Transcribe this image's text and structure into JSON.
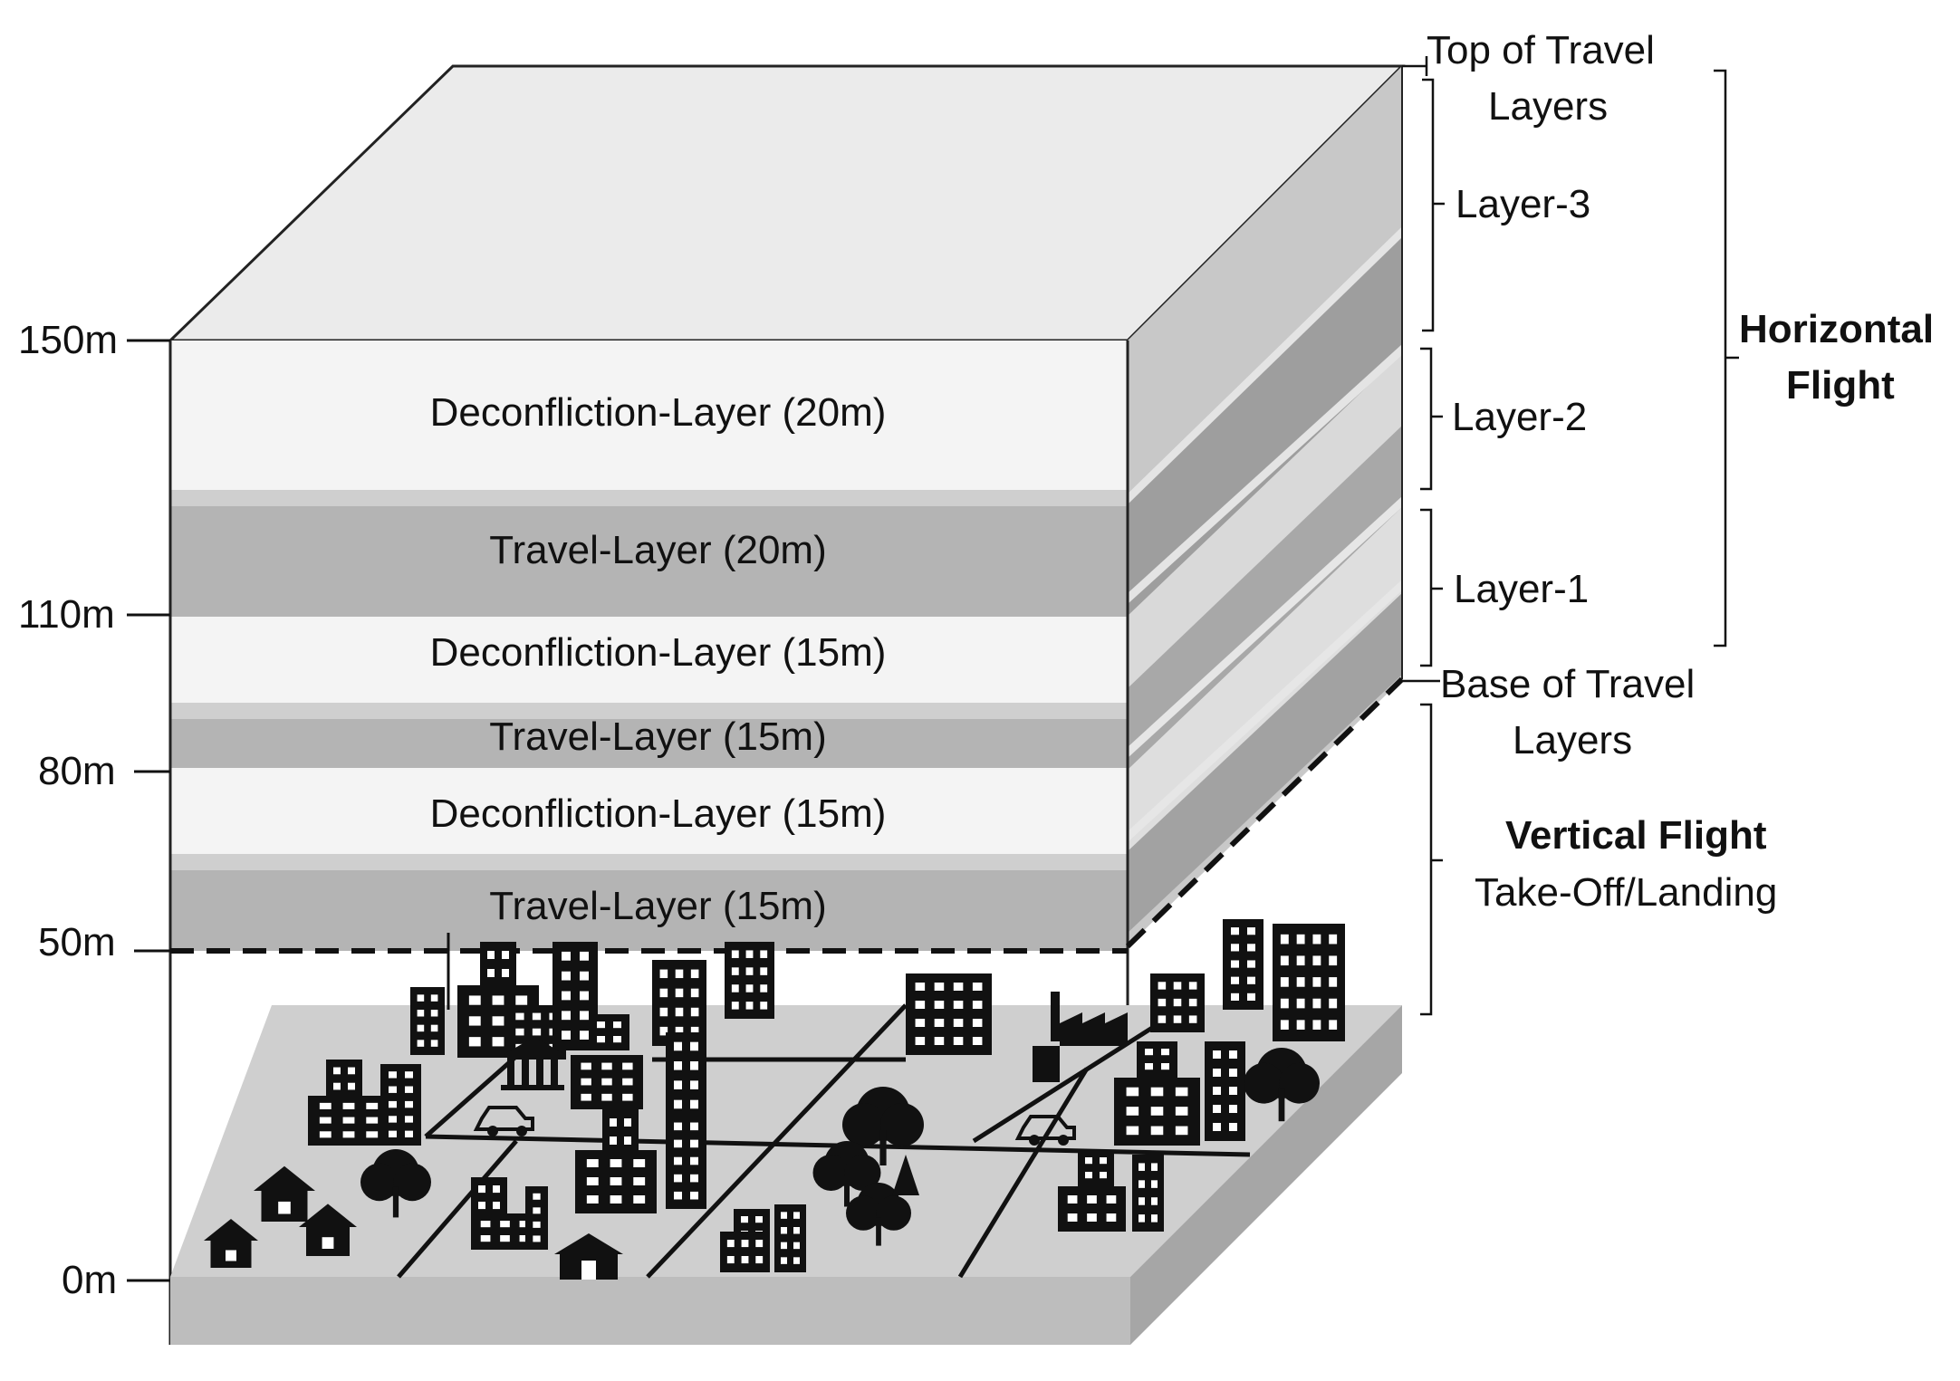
{
  "altitude_labels": [
    "150m",
    "110m",
    "80m",
    "50m",
    "0m"
  ],
  "front_layers": [
    {
      "label": "Deconfliction-Layer (20m)",
      "kind": "deconfliction"
    },
    {
      "label": "Travel-Layer (20m)",
      "kind": "travel"
    },
    {
      "label": "Deconfliction-Layer (15m)",
      "kind": "deconfliction"
    },
    {
      "label": "Travel-Layer (15m)",
      "kind": "travel"
    },
    {
      "label": "Deconfliction-Layer (15m)",
      "kind": "deconfliction"
    },
    {
      "label": "Travel-Layer (15m)",
      "kind": "travel"
    }
  ],
  "side_labels": {
    "top_of_travel": [
      "Top of Travel",
      "Layers"
    ],
    "layer3": "Layer-3",
    "layer2": "Layer-2",
    "layer1": "Layer-1",
    "base_of_travel": [
      "Base of Travel",
      "Layers"
    ],
    "horizontal_flight": [
      "Horizontal",
      "Flight"
    ],
    "vertical_flight": "Vertical Flight",
    "takeoff_landing": "Take-Off/Landing"
  },
  "colors": {
    "top_face": "#ebebeb",
    "deconfliction": "#f4f4f4",
    "travel": "#b4b4b4",
    "side_light": "#d9d9d9",
    "side_dark": "#9e9e9e",
    "ground": "#cfcfcf",
    "ground_base": "#bdbdbd",
    "ground_side": "#a6a6a6",
    "city": "#111111",
    "line": "#222222"
  },
  "icons": {
    "city": "city-buildings-icon",
    "house": "house-icon",
    "tree": "tree-icon",
    "car": "car-icon",
    "factory": "factory-icon",
    "bank": "bank-icon"
  }
}
